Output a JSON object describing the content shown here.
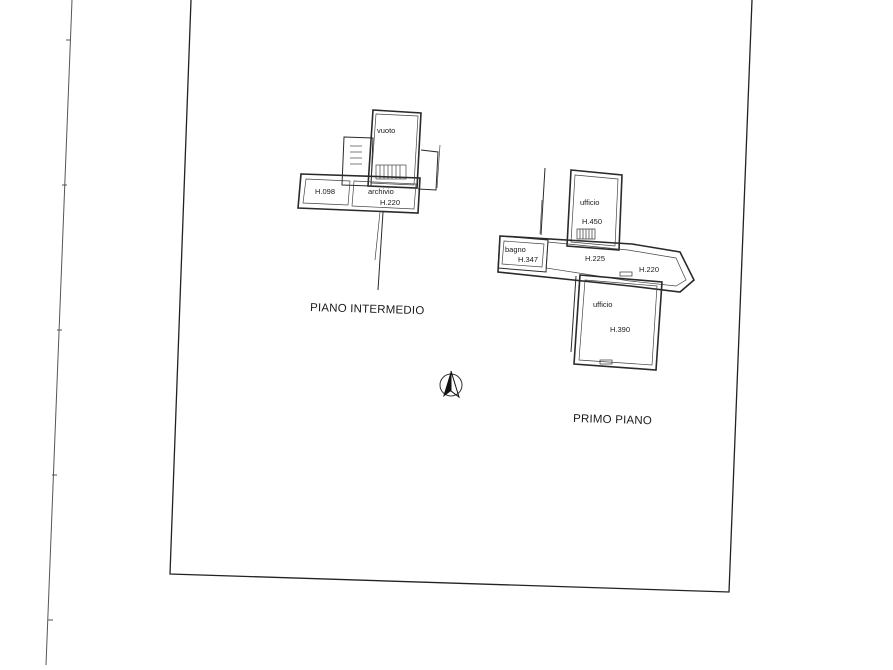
{
  "floors": {
    "intermediate": {
      "title": "PIANO INTERMEDIO",
      "rooms": [
        {
          "name": "vuoto",
          "height": ""
        },
        {
          "name": "",
          "height": "H.098"
        },
        {
          "name": "archivio",
          "height": "H.220"
        }
      ]
    },
    "first": {
      "title": "PRIMO PIANO",
      "rooms": [
        {
          "name": "ufficio",
          "height": "H.450"
        },
        {
          "name": "bagno",
          "height": "H.347"
        },
        {
          "name": "",
          "height": "H.225"
        },
        {
          "name": "",
          "height": "H.220"
        },
        {
          "name": "ufficio",
          "height": "H.390"
        }
      ]
    }
  },
  "icons": {
    "north_arrow": "north-arrow-icon"
  },
  "colors": {
    "line": "#2a2a2a",
    "paper": "#ffffff"
  }
}
